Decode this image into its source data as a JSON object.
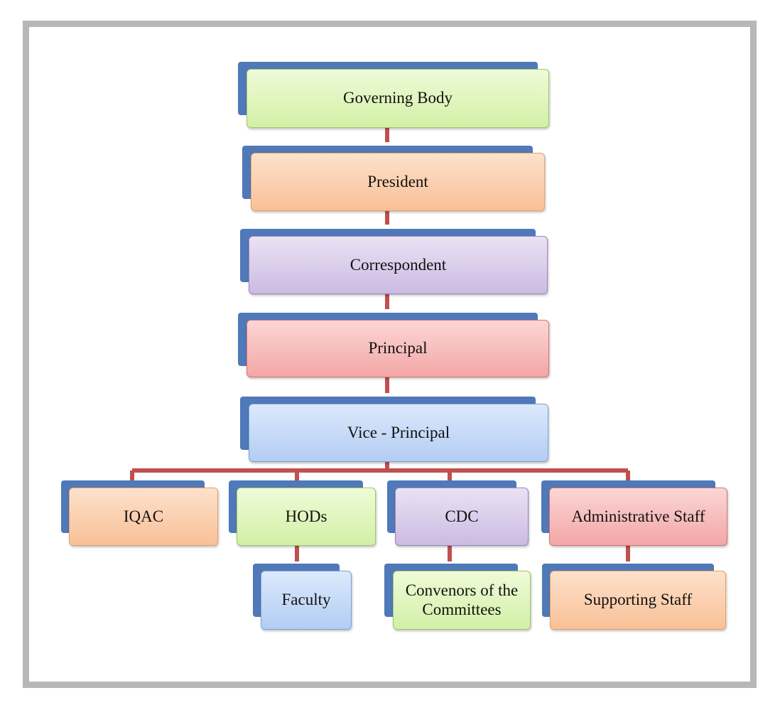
{
  "nodes": {
    "governing_body": "Governing Body",
    "president": "President",
    "correspondent": "Correspondent",
    "principal": "Principal",
    "vice_principal": "Vice - Principal",
    "iqac": "IQAC",
    "hods": "HODs",
    "cdc": "CDC",
    "administrative_staff": "Administrative Staff",
    "faculty": "Faculty",
    "convenors": "Convenors of the Committees",
    "supporting_staff": "Supporting Staff"
  },
  "colors": {
    "tab": "#4f79b8",
    "connector": "#c0504d",
    "frame": "#b8b6b6",
    "green": "#d2f0a6",
    "orange": "#f9c097",
    "purple": "#cbbbe2",
    "red": "#f3a6a6",
    "blue": "#b3cdf3"
  }
}
